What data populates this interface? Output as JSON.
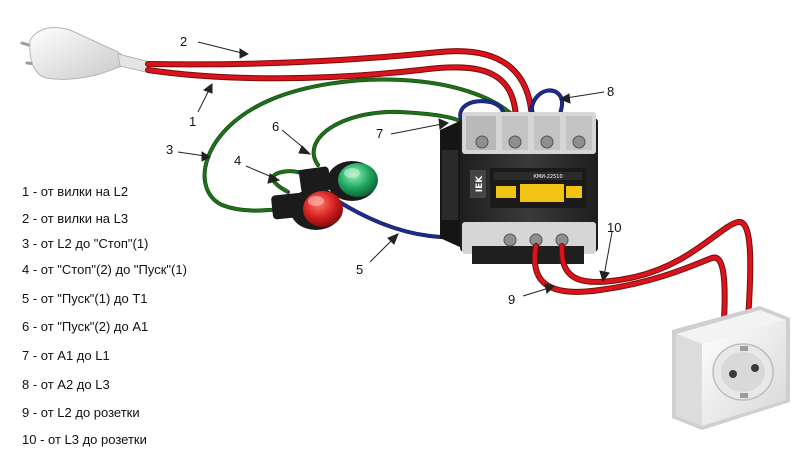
{
  "callouts": {
    "n1": "1",
    "n2": "2",
    "n3": "3",
    "n4": "4",
    "n5": "5",
    "n6": "6",
    "n7": "7",
    "n8": "8",
    "n9": "9",
    "n10": "10"
  },
  "legend": [
    "1 - от вилки на L2",
    "2 - от вилки на L3",
    "3 - от L2 до \"Стоп\"(1)",
    "4 - от \"Стоп\"(2)  до \"Пуск\"(1)",
    "5 - от \"Пуск\"(1) до T1",
    "6 - от \"Пуск\"(2)  до  A1",
    "7 - от A1  до  L1",
    " 8 - от A2  до  L3",
    " 9 - от L2 до розетки",
    "10 - от L3 до розетки"
  ],
  "contactor": {
    "brand": "IEK",
    "model": "КМИ-22510"
  },
  "colors": {
    "red_wire": "#d8141c",
    "green_wire": "#1f6e1a",
    "blue_wire": "#1d2a8e",
    "stop_button": "#d42020",
    "start_button": "#1fa860",
    "contactor_body": "#2e2e2e",
    "contactor_accent": "#f2c312"
  }
}
